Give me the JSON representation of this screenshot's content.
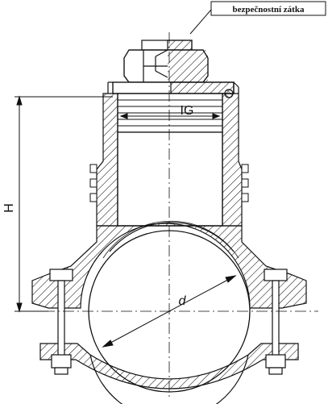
{
  "drawing": {
    "callout_label": "bezpečnostní zátka",
    "dimension_labels": {
      "height": "H",
      "inner_thread": "IG",
      "pipe_diameter": "d"
    },
    "colors": {
      "line": "#111111",
      "background": "#ffffff"
    }
  }
}
